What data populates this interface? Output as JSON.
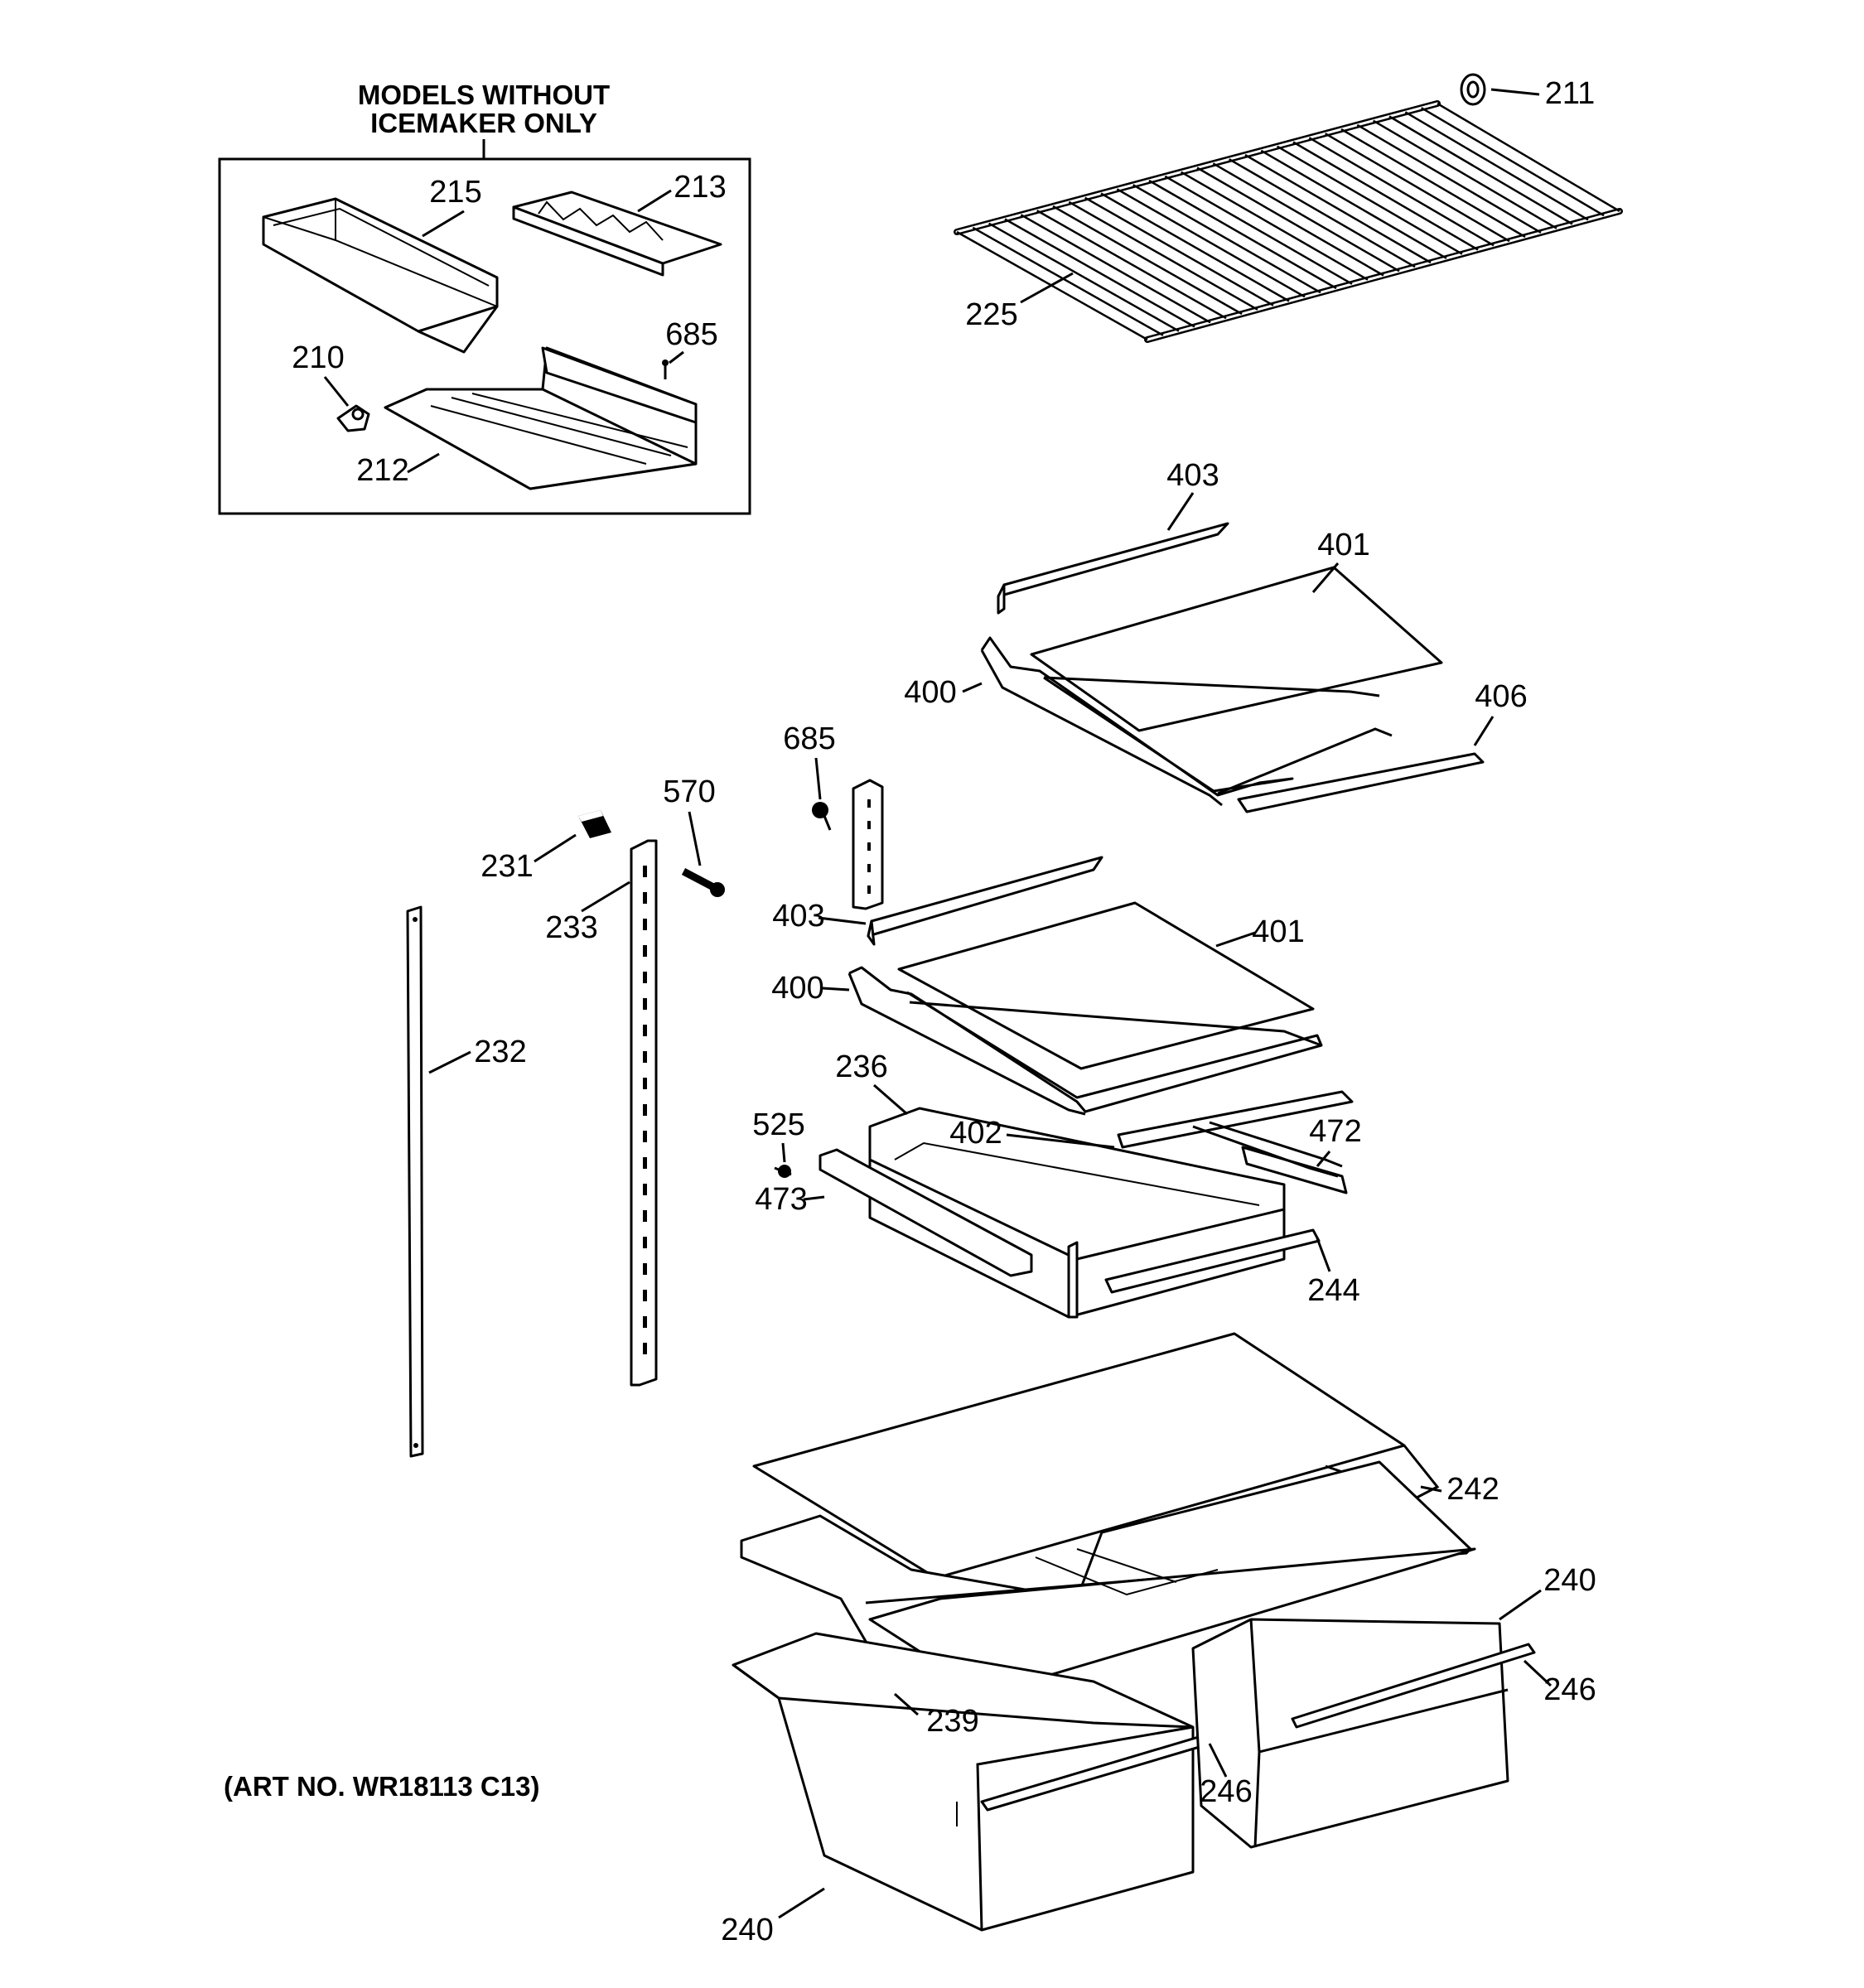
{
  "header": {
    "line1": "MODELS WITHOUT",
    "line2": "ICEMAKER ONLY"
  },
  "art_number": "(ART NO. WR18113 C13)",
  "callouts": {
    "c215": "215",
    "c213": "213",
    "c685a": "685",
    "c210": "210",
    "c212": "212",
    "c211": "211",
    "c225": "225",
    "c403a": "403",
    "c401a": "401",
    "c400a": "400",
    "c406": "406",
    "c685b": "685",
    "c570": "570",
    "c231": "231",
    "c233": "233",
    "c232": "232",
    "c403b": "403",
    "c401b": "401",
    "c400b": "400",
    "c236": "236",
    "c525": "525",
    "c402": "402",
    "c472": "472",
    "c473": "473",
    "c244": "244",
    "c242": "242",
    "c240a": "240",
    "c246a": "246",
    "c239": "239",
    "c246b": "246",
    "c240b": "240"
  }
}
